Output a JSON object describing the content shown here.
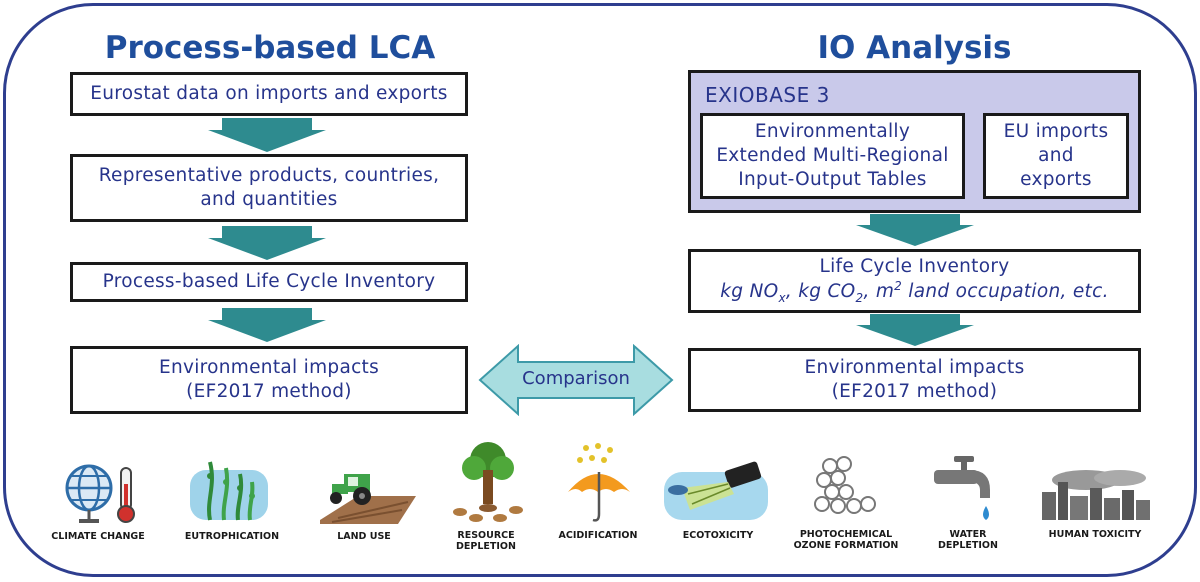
{
  "left": {
    "heading": "Process-based LCA",
    "step1": "Eurostat data on imports and exports",
    "step2_line1": "Representative products, countries,",
    "step2_line2": "and quantities",
    "step3": "Process-based Life Cycle Inventory",
    "step4_line1": "Environmental impacts",
    "step4_line2": "(EF2017 method)"
  },
  "right": {
    "heading": "IO Analysis",
    "exiobase_title": "EXIOBASE 3",
    "mrio_line1": "Environmentally",
    "mrio_line2": "Extended Multi-Regional",
    "mrio_line3": "Input-Output Tables",
    "trade_line1": "EU imports",
    "trade_line2": "and",
    "trade_line3": "exports",
    "lci_title": "Life Cycle Inventory",
    "lci_kg1": "kg NO",
    "lci_sub_x": "x",
    "lci_kg2": ", kg CO",
    "lci_sub_2": "2",
    "lci_m": ", m",
    "lci_sup_2": "2",
    "lci_rest": " land occupation, etc.",
    "impacts_line1": "Environmental impacts",
    "impacts_line2": "(EF2017 method)"
  },
  "comparison_label": "Comparison",
  "impact_categories": [
    {
      "icon": "climate-change-icon",
      "label": "CLIMATE CHANGE"
    },
    {
      "icon": "eutrophication-icon",
      "label": "EUTROPHICATION"
    },
    {
      "icon": "land-use-icon",
      "label": "LAND USE"
    },
    {
      "icon": "resource-depletion-icon",
      "label": "RESOURCE\nDEPLETION"
    },
    {
      "icon": "acidification-icon",
      "label": "ACIDIFICATION"
    },
    {
      "icon": "ecotoxicity-icon",
      "label": "ECOTOXICITY"
    },
    {
      "icon": "photochemical-ozone-icon",
      "label": "PHOTOCHEMICAL\nOZONE FORMATION"
    },
    {
      "icon": "water-depletion-icon",
      "label": "WATER\nDEPLETION"
    },
    {
      "icon": "human-toxicity-icon",
      "label": "HUMAN TOXICITY"
    }
  ],
  "colors": {
    "frame": "#2e3e8f",
    "heading": "#1f4e9c",
    "box_text": "#27348b",
    "arrow": "#2e8b8f",
    "exiobase_fill": "#c9c9ea",
    "comparison_fill": "#a8dde0"
  }
}
